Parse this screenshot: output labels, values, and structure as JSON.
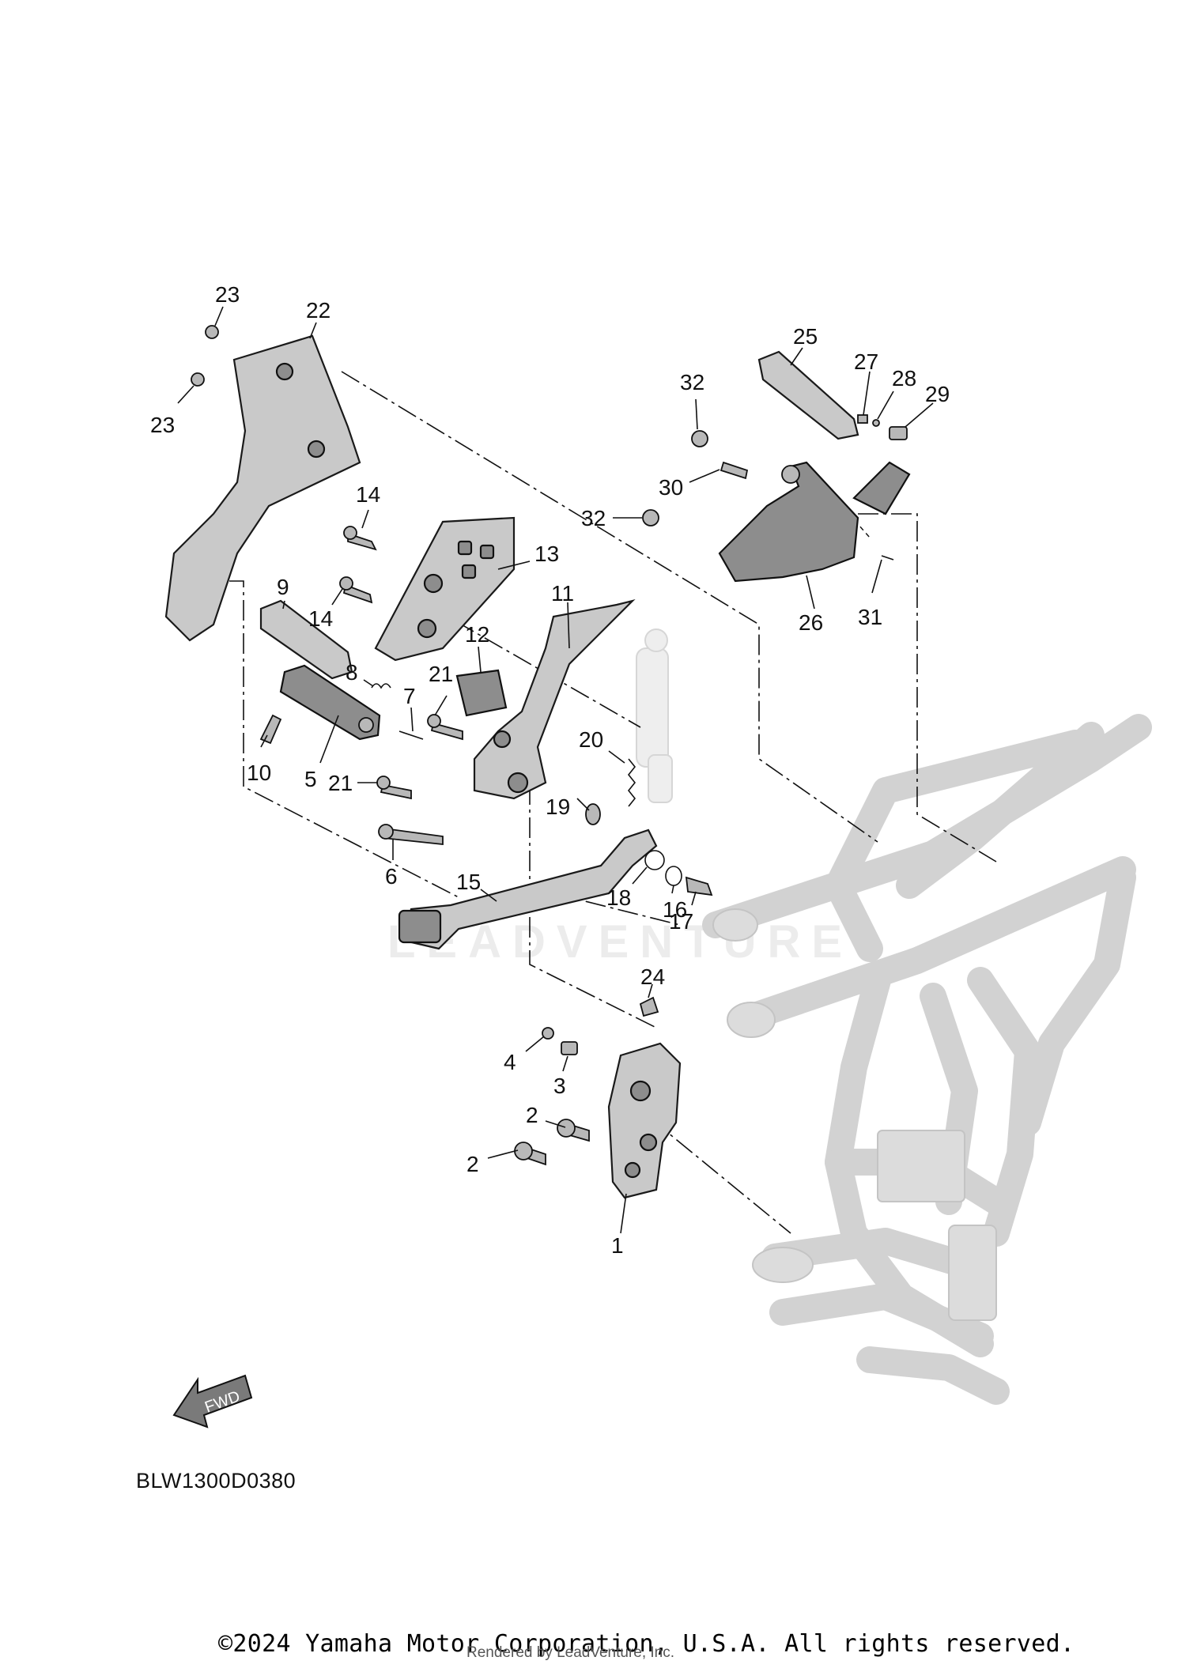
{
  "diagram": {
    "code": "BLW1300D0380",
    "fwd_label": "FWD",
    "watermark": "LEADVENTURE",
    "callouts": [
      {
        "id": "c1",
        "label": "1"
      },
      {
        "id": "c2a",
        "label": "2"
      },
      {
        "id": "c2b",
        "label": "2"
      },
      {
        "id": "c3",
        "label": "3"
      },
      {
        "id": "c4",
        "label": "4"
      },
      {
        "id": "c5",
        "label": "5"
      },
      {
        "id": "c6",
        "label": "6"
      },
      {
        "id": "c7",
        "label": "7"
      },
      {
        "id": "c8",
        "label": "8"
      },
      {
        "id": "c9",
        "label": "9"
      },
      {
        "id": "c10",
        "label": "10"
      },
      {
        "id": "c11",
        "label": "11"
      },
      {
        "id": "c12",
        "label": "12"
      },
      {
        "id": "c13",
        "label": "13"
      },
      {
        "id": "c14a",
        "label": "14"
      },
      {
        "id": "c14b",
        "label": "14"
      },
      {
        "id": "c15",
        "label": "15"
      },
      {
        "id": "c16",
        "label": "16"
      },
      {
        "id": "c17",
        "label": "17"
      },
      {
        "id": "c18",
        "label": "18"
      },
      {
        "id": "c19",
        "label": "19"
      },
      {
        "id": "c20",
        "label": "20"
      },
      {
        "id": "c21a",
        "label": "21"
      },
      {
        "id": "c21b",
        "label": "21"
      },
      {
        "id": "c22",
        "label": "22"
      },
      {
        "id": "c23a",
        "label": "23"
      },
      {
        "id": "c23b",
        "label": "23"
      },
      {
        "id": "c24",
        "label": "24"
      },
      {
        "id": "c25",
        "label": "25"
      },
      {
        "id": "c26",
        "label": "26"
      },
      {
        "id": "c27",
        "label": "27"
      },
      {
        "id": "c28",
        "label": "28"
      },
      {
        "id": "c29",
        "label": "29"
      },
      {
        "id": "c30",
        "label": "30"
      },
      {
        "id": "c31",
        "label": "31"
      },
      {
        "id": "c32a",
        "label": "32"
      },
      {
        "id": "c32b",
        "label": "32"
      }
    ]
  },
  "footer": {
    "copyright": "©2024 Yamaha Motor Corporation, U.S.A. All rights reserved.",
    "rendered_by": "Rendered by LeadVenture, Inc."
  }
}
